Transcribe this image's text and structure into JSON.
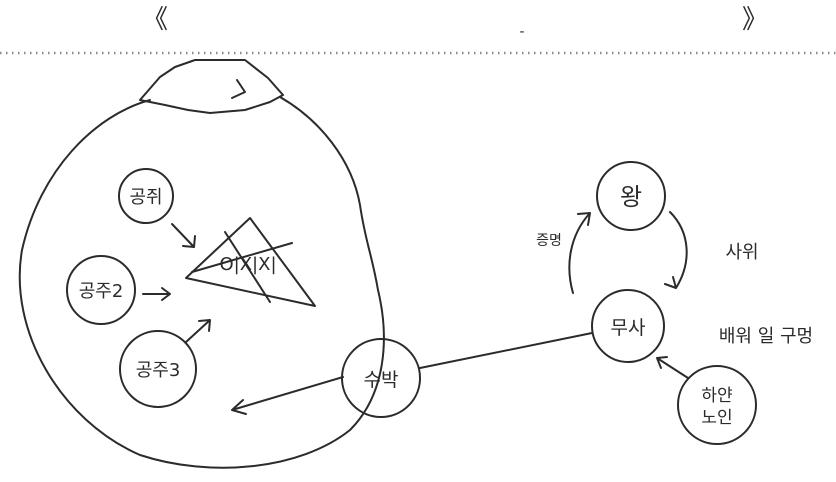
{
  "header": {
    "left_mark": "《",
    "right_mark": "》",
    "center_mark": "-"
  },
  "nodes": {
    "princess1": "공쥐",
    "princess2": "공주2",
    "princess3": "공주3",
    "watermelon": "수박",
    "king": "왕",
    "warrior": "무사",
    "old_man_line1": "하얀",
    "old_man_line2": "노인"
  },
  "labels": {
    "mole": "O|X|X|",
    "proof": "증명",
    "son_in_law": "사위",
    "learning": "배워 일 구멍"
  },
  "colors": {
    "ink": "#2b2b2b",
    "dots": "#8a8a8a",
    "brackets": "#b5b5b5"
  }
}
